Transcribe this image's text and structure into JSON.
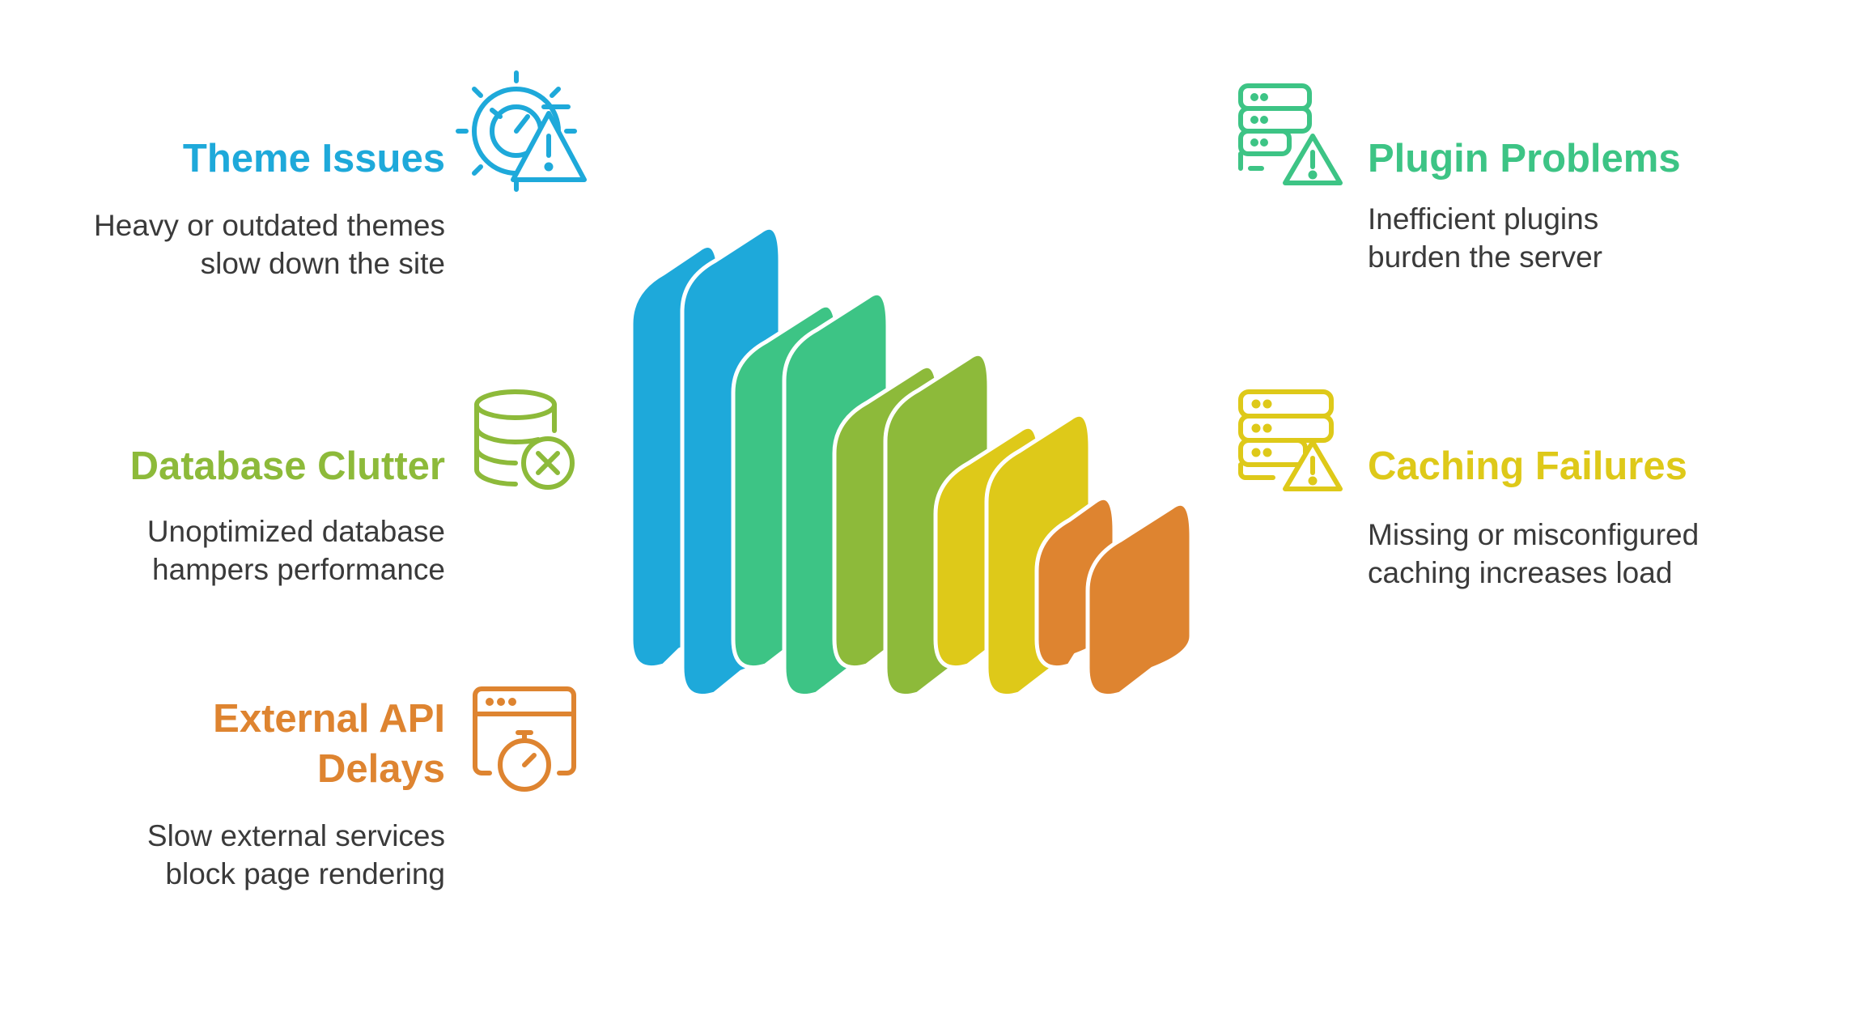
{
  "colors": {
    "blue": "#1EA9DA",
    "green": "#3DC485",
    "olive": "#8DBA3A",
    "yellow": "#DEC919",
    "orange": "#DE8430",
    "text": "#3A3A3A"
  },
  "items": [
    {
      "key": "theme",
      "title": "Theme Issues",
      "desc": "Heavy or outdated themes slow down the site",
      "icon": "gear-speedometer-warning-icon",
      "color": "#1EA9DA"
    },
    {
      "key": "database",
      "title": "Database Clutter",
      "desc": "Unoptimized database hampers performance",
      "icon": "database-x-icon",
      "color": "#8DBA3A"
    },
    {
      "key": "api",
      "title": "External API Delays",
      "desc": "Slow external services block page rendering",
      "icon": "browser-stopwatch-icon",
      "color": "#DE8430"
    },
    {
      "key": "plugin",
      "title": "Plugin Problems",
      "desc": "Inefficient plugins burden the server",
      "icon": "server-warning-icon",
      "color": "#3DC485"
    },
    {
      "key": "caching",
      "title": "Caching Failures",
      "desc": "Missing or misconfigured caching increases load",
      "icon": "server-warning-icon",
      "color": "#DEC919"
    }
  ]
}
